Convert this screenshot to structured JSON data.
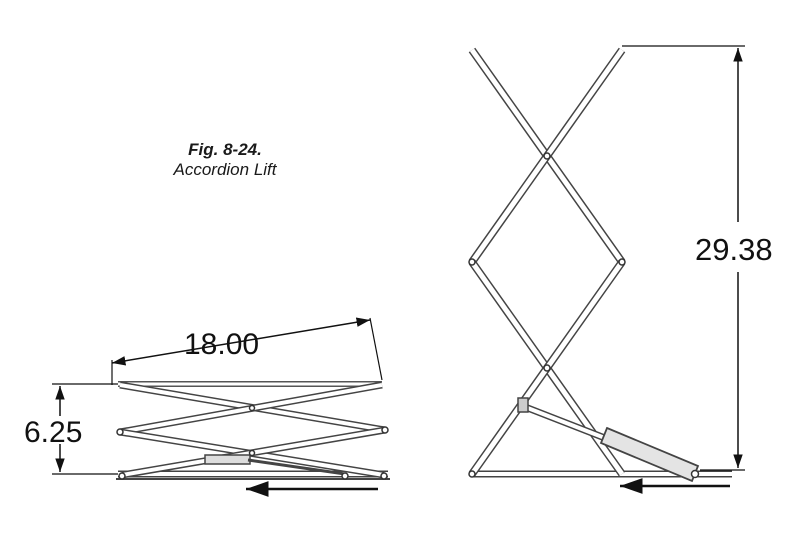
{
  "caption": {
    "number": "Fig. 8-24.",
    "title": "Accordion Lift"
  },
  "dimensions": {
    "collapsed_width": "18.00",
    "collapsed_height": "6.25",
    "extended_height": "29.38"
  },
  "colors": {
    "ink": "#1a1a1a",
    "paper": "#ffffff"
  }
}
